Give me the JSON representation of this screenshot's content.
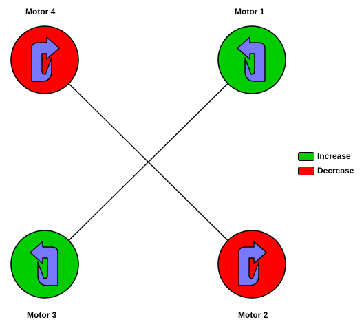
{
  "colors": {
    "increase": "#00cc00",
    "decrease": "#ff0000",
    "arrow_fill": "#7777ff",
    "line": "#000000"
  },
  "motors": [
    {
      "id": "motor-4",
      "label": "Motor 4",
      "state": "decrease",
      "arrow": "clockwise-arrow-icon"
    },
    {
      "id": "motor-1",
      "label": "Motor 1",
      "state": "increase",
      "arrow": "counterclockwise-arrow-icon"
    },
    {
      "id": "motor-3",
      "label": "Motor 3",
      "state": "increase",
      "arrow": "counterclockwise-arrow-icon"
    },
    {
      "id": "motor-2",
      "label": "Motor 2",
      "state": "decrease",
      "arrow": "clockwise-arrow-icon"
    }
  ],
  "legend": {
    "increase_label": "Increase",
    "decrease_label": "Decrease"
  }
}
